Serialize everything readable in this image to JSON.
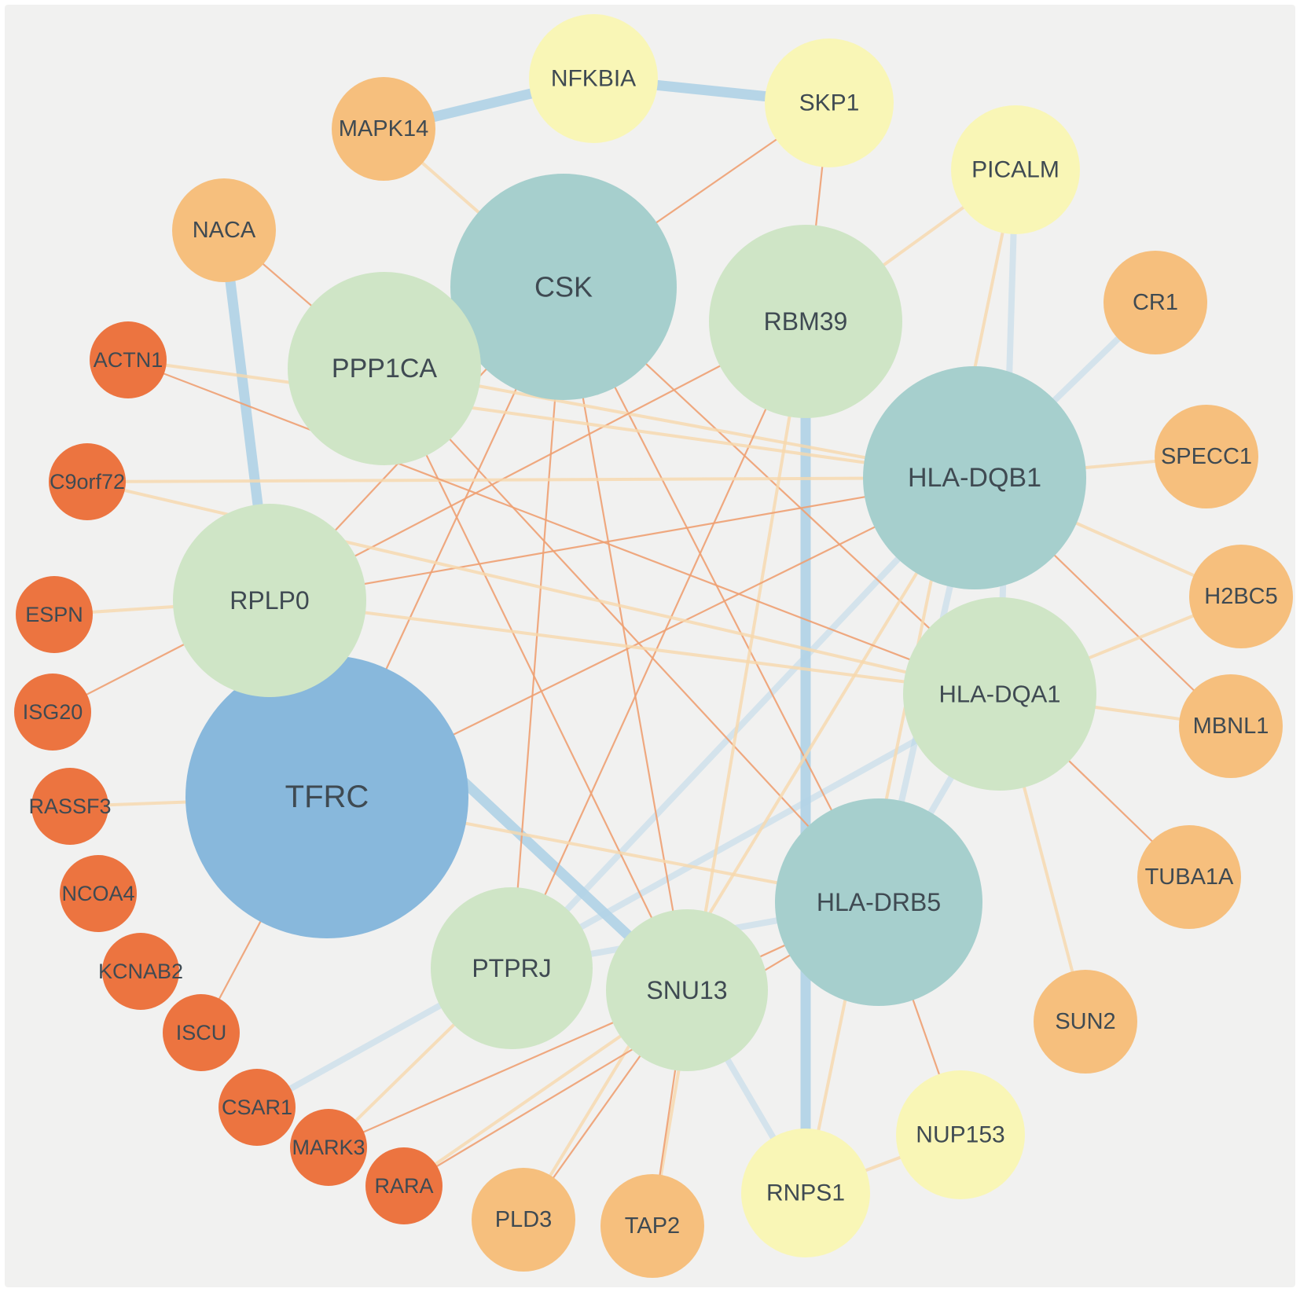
{
  "colors": {
    "background": "#f1f1f0",
    "hub_blue": "#88b8dc",
    "teal": "#a6cfcd",
    "light_green": "#cfe5c6",
    "pale_yellow": "#f9f6b6",
    "light_orange": "#f6bf7d",
    "dark_orange": "#ec7440",
    "edge_thin": "#eea072",
    "edge_faint": "#f8d8ad",
    "edge_thick": "#b2d3e6",
    "label": "#3f4a52"
  },
  "nodes": [
    {
      "id": "TFRC",
      "label": "TFRC",
      "group": "hub"
    },
    {
      "id": "CSK",
      "label": "CSK",
      "group": "teal"
    },
    {
      "id": "HLA-DQB1",
      "label": "HLA-DQB1",
      "group": "teal"
    },
    {
      "id": "HLA-DRB5",
      "label": "HLA-DRB5",
      "group": "teal"
    },
    {
      "id": "PPP1CA",
      "label": "PPP1CA",
      "group": "green"
    },
    {
      "id": "RBM39",
      "label": "RBM39",
      "group": "green"
    },
    {
      "id": "RPLP0",
      "label": "RPLP0",
      "group": "green"
    },
    {
      "id": "HLA-DQA1",
      "label": "HLA-DQA1",
      "group": "green"
    },
    {
      "id": "PTPRJ",
      "label": "PTPRJ",
      "group": "green"
    },
    {
      "id": "SNU13",
      "label": "SNU13",
      "group": "green"
    },
    {
      "id": "NFKBIA",
      "label": "NFKBIA",
      "group": "yellow"
    },
    {
      "id": "SKP1",
      "label": "SKP1",
      "group": "yellow"
    },
    {
      "id": "PICALM",
      "label": "PICALM",
      "group": "yellow"
    },
    {
      "id": "NUP153",
      "label": "NUP153",
      "group": "yellow"
    },
    {
      "id": "RNPS1",
      "label": "RNPS1",
      "group": "yellow"
    },
    {
      "id": "MAPK14",
      "label": "MAPK14",
      "group": "orange"
    },
    {
      "id": "NACA",
      "label": "NACA",
      "group": "orange"
    },
    {
      "id": "CR1",
      "label": "CR1",
      "group": "orange"
    },
    {
      "id": "SPECC1",
      "label": "SPECC1",
      "group": "orange"
    },
    {
      "id": "H2BC5",
      "label": "H2BC5",
      "group": "orange"
    },
    {
      "id": "MBNL1",
      "label": "MBNL1",
      "group": "orange"
    },
    {
      "id": "TUBA1A",
      "label": "TUBA1A",
      "group": "orange"
    },
    {
      "id": "SUN2",
      "label": "SUN2",
      "group": "orange"
    },
    {
      "id": "TAP2",
      "label": "TAP2",
      "group": "orange"
    },
    {
      "id": "PLD3",
      "label": "PLD3",
      "group": "orange"
    },
    {
      "id": "ACTN1",
      "label": "ACTN1",
      "group": "red"
    },
    {
      "id": "C9orf72",
      "label": "C9orf72",
      "group": "red"
    },
    {
      "id": "ESPN",
      "label": "ESPN",
      "group": "red"
    },
    {
      "id": "ISG20",
      "label": "ISG20",
      "group": "red"
    },
    {
      "id": "RASSF3",
      "label": "RASSF3",
      "group": "red"
    },
    {
      "id": "NCOA4",
      "label": "NCOA4",
      "group": "red"
    },
    {
      "id": "KCNAB2",
      "label": "KCNAB2",
      "group": "red"
    },
    {
      "id": "ISCU",
      "label": "ISCU",
      "group": "red"
    },
    {
      "id": "CSAR1",
      "label": "CSAR1",
      "group": "red"
    },
    {
      "id": "MARK3",
      "label": "MARK3",
      "group": "red"
    },
    {
      "id": "RARA",
      "label": "RARA",
      "group": "red"
    }
  ],
  "edges": [
    {
      "source": "NFKBIA",
      "target": "SKP1",
      "weight": "strong"
    },
    {
      "source": "MAPK14",
      "target": "NFKBIA",
      "weight": "strong"
    },
    {
      "source": "NACA",
      "target": "RPLP0",
      "weight": "strong"
    },
    {
      "source": "RPLP0",
      "target": "SNU13",
      "weight": "strong"
    },
    {
      "source": "RBM39",
      "target": "RNPS1",
      "weight": "strong"
    },
    {
      "source": "HLA-DQB1",
      "target": "HLA-DRB5",
      "weight": "medium"
    },
    {
      "source": "HLA-DQA1",
      "target": "HLA-DRB5",
      "weight": "medium"
    },
    {
      "source": "HLA-DQB1",
      "target": "CR1",
      "weight": "medium"
    },
    {
      "source": "PICALM",
      "target": "HLA-DQA1",
      "weight": "medium"
    },
    {
      "source": "HLA-DQA1",
      "target": "CSAR1",
      "weight": "medium"
    },
    {
      "source": "SNU13",
      "target": "RNPS1",
      "weight": "medium"
    },
    {
      "source": "HLA-DRB5",
      "target": "PTPRJ",
      "weight": "medium"
    },
    {
      "source": "HLA-DQB1",
      "target": "PTPRJ",
      "weight": "medium"
    },
    {
      "source": "SKP1",
      "target": "CSK",
      "weight": "thin"
    },
    {
      "source": "MAPK14",
      "target": "CSK",
      "weight": "faint"
    },
    {
      "source": "NACA",
      "target": "PPP1CA",
      "weight": "thin"
    },
    {
      "source": "SKP1",
      "target": "RBM39",
      "weight": "thin"
    },
    {
      "source": "CSK",
      "target": "TFRC",
      "weight": "thin"
    },
    {
      "source": "CSK",
      "target": "PTPRJ",
      "weight": "thin"
    },
    {
      "source": "CSK",
      "target": "SNU13",
      "weight": "thin"
    },
    {
      "source": "CSK",
      "target": "RPLP0",
      "weight": "thin"
    },
    {
      "source": "CSK",
      "target": "HLA-DQA1",
      "weight": "thin"
    },
    {
      "source": "CSK",
      "target": "HLA-DRB5",
      "weight": "thin"
    },
    {
      "source": "PPP1CA",
      "target": "SNU13",
      "weight": "thin"
    },
    {
      "source": "PPP1CA",
      "target": "HLA-DRB5",
      "weight": "thin"
    },
    {
      "source": "PPP1CA",
      "target": "HLA-DQB1",
      "weight": "faint"
    },
    {
      "source": "RBM39",
      "target": "RPLP0",
      "weight": "thin"
    },
    {
      "source": "RBM39",
      "target": "PTPRJ",
      "weight": "thin"
    },
    {
      "source": "RBM39",
      "target": "TAP2",
      "weight": "faint"
    },
    {
      "source": "HLA-DQB1",
      "target": "RPLP0",
      "weight": "thin"
    },
    {
      "source": "HLA-DQB1",
      "target": "TFRC",
      "weight": "thin"
    },
    {
      "source": "HLA-DQB1",
      "target": "SPECC1",
      "weight": "faint"
    },
    {
      "source": "HLA-DQB1",
      "target": "MBNL1",
      "weight": "thin"
    },
    {
      "source": "HLA-DQB1",
      "target": "H2BC5",
      "weight": "faint"
    },
    {
      "source": "HLA-DQB1",
      "target": "ACTN1",
      "weight": "faint"
    },
    {
      "source": "HLA-DQB1",
      "target": "C9orf72",
      "weight": "faint"
    },
    {
      "source": "HLA-DQB1",
      "target": "PLD3",
      "weight": "faint"
    },
    {
      "source": "HLA-DQA1",
      "target": "TUBA1A",
      "weight": "thin"
    },
    {
      "source": "HLA-DQA1",
      "target": "SUN2",
      "weight": "faint"
    },
    {
      "source": "HLA-DQA1",
      "target": "H2BC5",
      "weight": "faint"
    },
    {
      "source": "HLA-DQA1",
      "target": "MBNL1",
      "weight": "faint"
    },
    {
      "source": "HLA-DQA1",
      "target": "ACTN1",
      "weight": "thin"
    },
    {
      "source": "HLA-DQA1",
      "target": "RPLP0",
      "weight": "faint"
    },
    {
      "source": "HLA-DRB5",
      "target": "NUP153",
      "weight": "thin"
    },
    {
      "source": "HLA-DRB5",
      "target": "SNU13",
      "weight": "thin"
    },
    {
      "source": "HLA-DRB5",
      "target": "RARA",
      "weight": "thin"
    },
    {
      "source": "HLA-DRB5",
      "target": "TFRC",
      "weight": "faint"
    },
    {
      "source": "RPLP0",
      "target": "ESPN",
      "weight": "faint"
    },
    {
      "source": "RPLP0",
      "target": "ISG20",
      "weight": "thin"
    },
    {
      "source": "TFRC",
      "target": "RASSF3",
      "weight": "faint"
    },
    {
      "source": "TFRC",
      "target": "ISCU",
      "weight": "thin"
    },
    {
      "source": "SNU13",
      "target": "TAP2",
      "weight": "thin"
    },
    {
      "source": "SNU13",
      "target": "PLD3",
      "weight": "thin"
    },
    {
      "source": "SNU13",
      "target": "MARK3",
      "weight": "thin"
    },
    {
      "source": "SNU13",
      "target": "RARA",
      "weight": "faint"
    },
    {
      "source": "PTPRJ",
      "target": "MARK3",
      "weight": "faint"
    },
    {
      "source": "NUP153",
      "target": "RNPS1",
      "weight": "faint"
    },
    {
      "source": "PICALM",
      "target": "RNPS1",
      "weight": "faint"
    },
    {
      "source": "C9orf72",
      "target": "HLA-DQA1",
      "weight": "faint"
    },
    {
      "source": "RBM39",
      "target": "PICALM",
      "weight": "faint"
    }
  ]
}
